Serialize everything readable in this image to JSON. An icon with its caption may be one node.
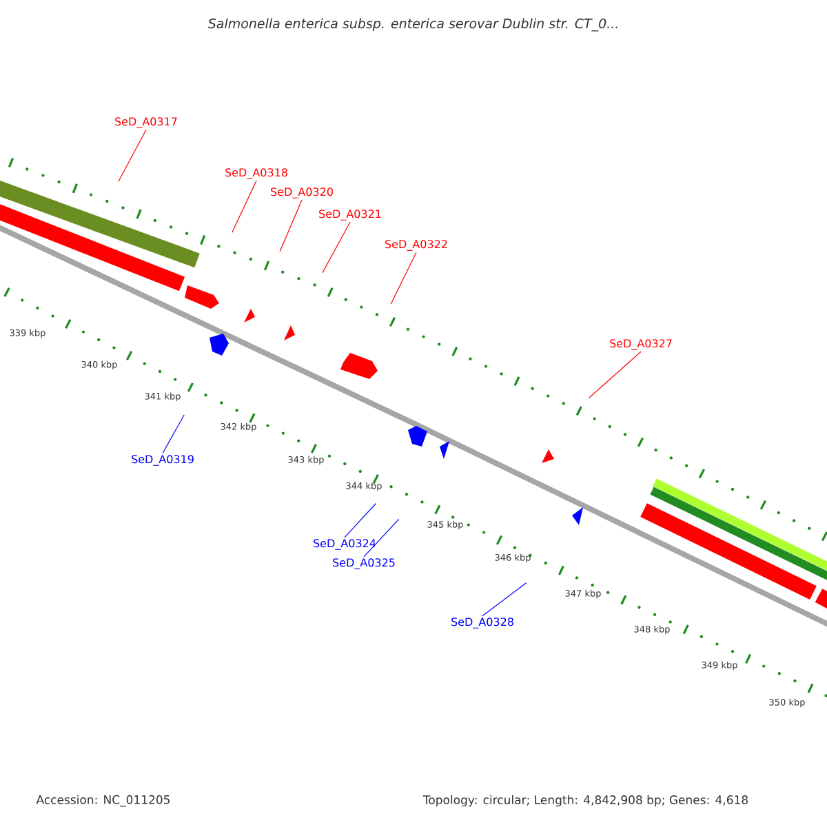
{
  "diagram": {
    "title": "Salmonella enterica subsp. enterica serovar Dublin str. CT_0...",
    "nodes": [
      {
        "text": [
          "SeD_A0317"
        ]
      },
      {
        "text": [
          "SeD_A0318"
        ]
      },
      {
        "text": [
          "SeD_A0320"
        ]
      },
      {
        "text": [
          "SeD_A0321"
        ]
      },
      {
        "text": [
          "SeD_A0322"
        ]
      },
      {
        "text": [
          "SeD_A0327"
        ]
      },
      {
        "text": [
          "SeD_A0319"
        ]
      },
      {
        "text": [
          "SeD_A0324"
        ]
      },
      {
        "text": [
          "SeD_A0325"
        ]
      },
      {
        "text": [
          "SeD_A0328"
        ]
      }
    ],
    "edges": [
      {
        "from": 0,
        "to": null,
        "arrow": "none"
      },
      {
        "from": 1,
        "to": null,
        "arrow": "none"
      },
      {
        "from": 2,
        "to": null,
        "arrow": "none"
      },
      {
        "from": 3,
        "to": null,
        "arrow": "none"
      },
      {
        "from": 4,
        "to": null,
        "arrow": "none"
      },
      {
        "from": 5,
        "to": null,
        "arrow": "none"
      },
      {
        "from": 6,
        "to": null,
        "arrow": "none",
        "color": "#0000ff"
      },
      {
        "from": 7,
        "to": null,
        "arrow": "none",
        "color": "#0000ff"
      },
      {
        "from": 8,
        "to": null,
        "arrow": "none",
        "color": "#0000ff"
      },
      {
        "from": 9,
        "to": null,
        "arrow": "none",
        "color": "#0000ff"
      }
    ],
    "labels": [
      "339 kbp",
      "340 kbp",
      "341 kbp",
      "342 kbp",
      "343 kbp",
      "344 kbp",
      "345 kbp",
      "346 kbp",
      "347 kbp",
      "348 kbp",
      "349 kbp",
      "350 kbp",
      "Accession: NC_011205",
      "Topology: circular; Length: 4,842,908 bp; Genes: 4,618"
    ]
  }
}
